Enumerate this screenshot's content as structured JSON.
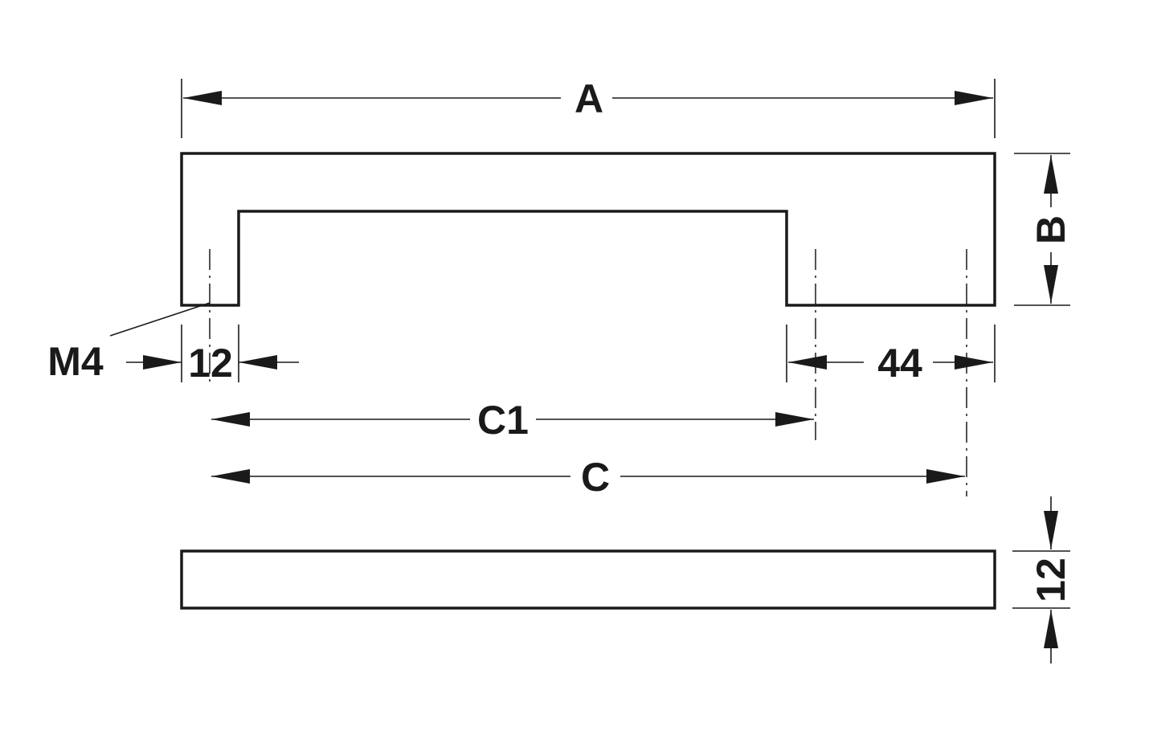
{
  "labels": {
    "overall_length": "A",
    "height": "B",
    "hole_spacing": "C",
    "hole_spacing_alt": "C1",
    "thread": "M4",
    "leg_width": "12",
    "leg_width_right": "44",
    "thickness": "12"
  }
}
